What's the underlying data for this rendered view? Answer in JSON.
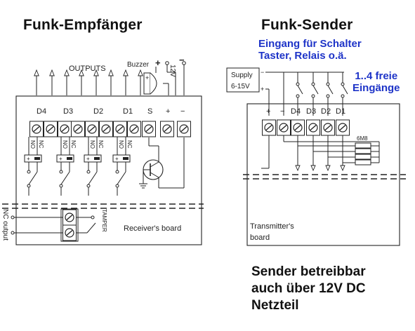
{
  "titles": {
    "receiver": "Funk-Empfänger",
    "sender": "Funk-Sender"
  },
  "receiver": {
    "outputs_label": "OUTPUTS",
    "buzzer_label": "Buzzer",
    "plus_sign": "+",
    "voltage_label": "12V",
    "terminals": [
      "D4",
      "D3",
      "D2",
      "D1",
      "S",
      "+",
      "−"
    ],
    "contacts": [
      "NO",
      "NC"
    ],
    "tamper_label": "TAMPER",
    "nc_output_label": "NC output",
    "board_label": "Receiver's board"
  },
  "sender": {
    "eingang_line1": "Eingang für Schalter",
    "eingang_line2": "Taster, Relais o.ä.",
    "freie_line1": "1..4  freie",
    "freie_line2": "Eingänge",
    "supply_line1": "Supply",
    "supply_line2": "6-15V",
    "terminals": [
      "+",
      "−",
      "D4",
      "D3",
      "D2",
      "D1"
    ],
    "resistor_label": "6M8",
    "board_line1": "Transmitter's",
    "board_line2": "board"
  },
  "note": {
    "line1": "Sender betreibbar",
    "line2": "auch über 12V DC",
    "line3": "Netzteil"
  },
  "colors": {
    "ink": "#222222",
    "blue_text": "#1e34c8"
  }
}
